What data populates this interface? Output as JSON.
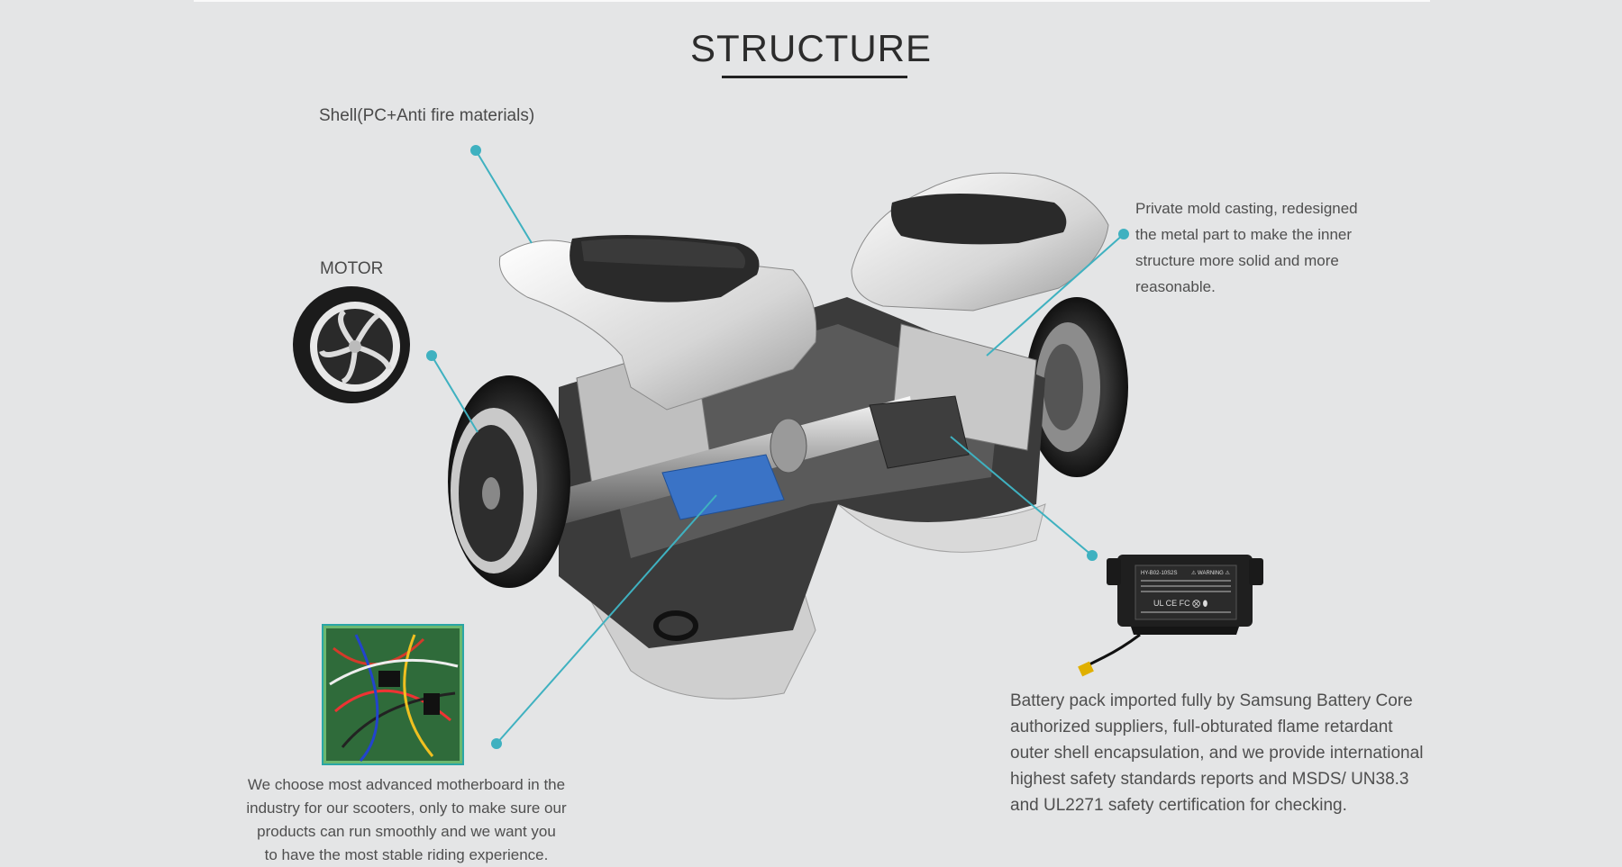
{
  "title": "STRUCTURE",
  "callouts": {
    "shell": "Shell(PC+Anti fire materials)",
    "motor": "MOTOR",
    "metal_part": [
      "Private mold casting, redesigned",
      "the metal part to make the inner",
      "structure more solid and more",
      "reasonable."
    ],
    "battery": [
      "Battery pack imported fully by Samsung Battery Core",
      "authorized suppliers, full-obturated flame retardant",
      "outer shell encapsulation, and we provide international",
      "highest safety standards reports and MSDS/ UN38.3",
      "and UL2271 safety certification for checking."
    ],
    "motherboard": [
      "We choose most advanced motherboard in the",
      "industry for our scooters, only to make sure our",
      "products can run smoothly and we want you",
      "to have the most stable riding experience."
    ]
  },
  "battery_label": {
    "model": "HY-B02-10S2S",
    "warning": "⚠ WARNING ⚠",
    "certs": "UL  CE FC  ⨂ ⬮"
  },
  "colors": {
    "background": "#e4e5e6",
    "callout_line": "#3fb1c0",
    "title": "#2c2c2c"
  },
  "icons": [
    "hoverboard-exploded-view",
    "motor-wheel",
    "battery-pack",
    "motherboard-pcb"
  ]
}
